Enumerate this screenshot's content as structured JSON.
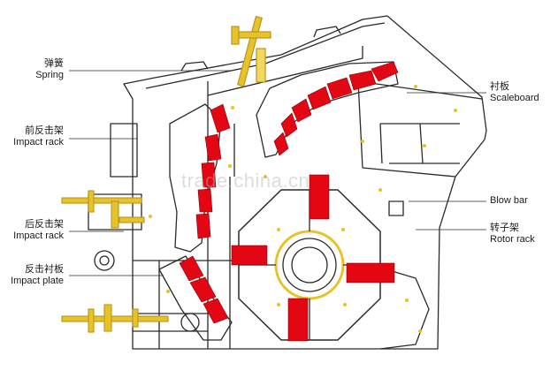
{
  "colors": {
    "outline": "#2a2a2a",
    "fill": "#ffffff",
    "blow_bar": "#e30613",
    "accent": "#e8c229",
    "watermark": "#b4b4b4"
  },
  "labels_left": [
    {
      "cn": "弹簧",
      "en": "Spring"
    },
    {
      "cn": "前反击架",
      "en": "Impact rack"
    },
    {
      "cn": "后反击架",
      "en": "Impact rack"
    },
    {
      "cn": "反击衬板",
      "en": "Impact plate"
    }
  ],
  "labels_right": [
    {
      "cn": "衬板",
      "en": "Scaleboard"
    },
    {
      "cn": "",
      "en": "Blow bar"
    },
    {
      "cn": "转子架",
      "en": "Rotor rack"
    }
  ],
  "watermark": "trade.china.cn"
}
